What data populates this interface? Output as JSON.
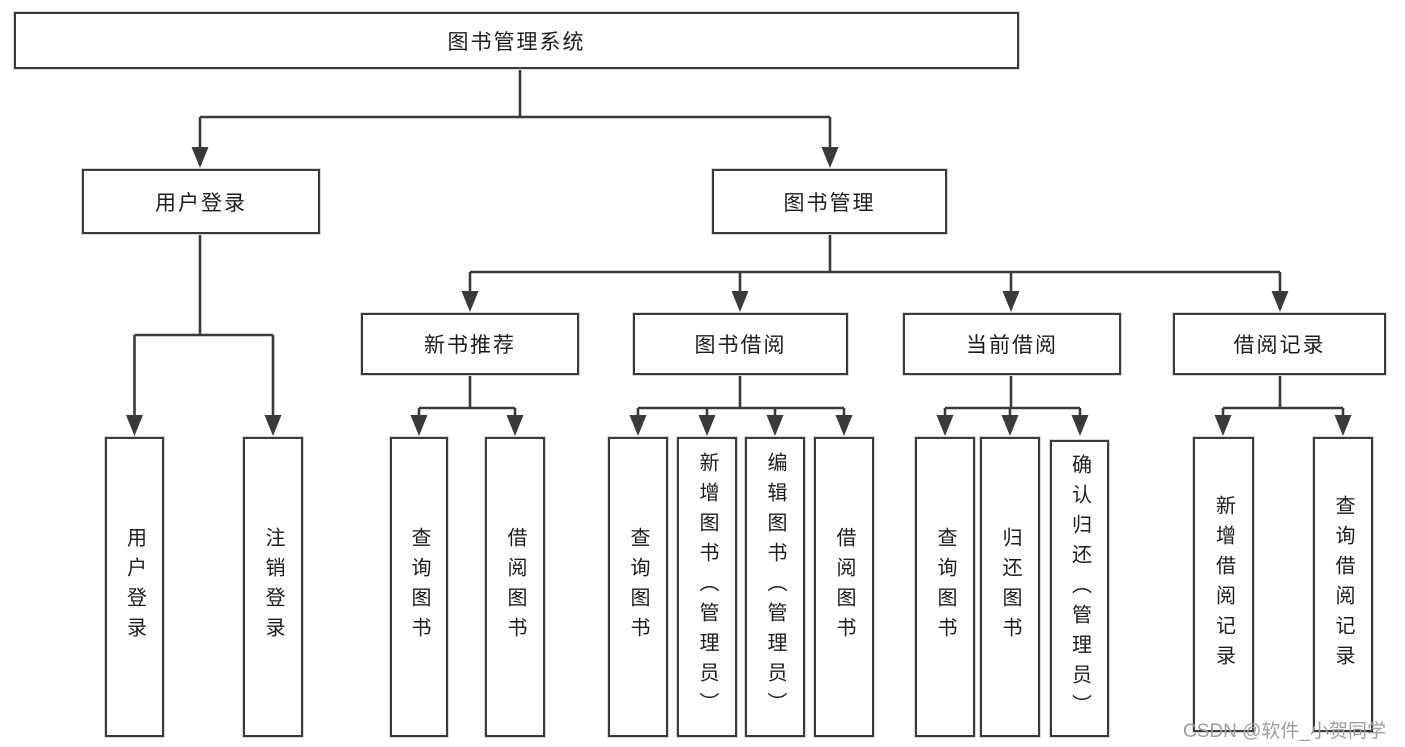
{
  "diagram": {
    "type": "hierarchy-tree",
    "root": {
      "label": "图书管理系统",
      "children": [
        {
          "label": "用户登录",
          "children": [
            {
              "label": "用户登录"
            },
            {
              "label": "注销登录"
            }
          ]
        },
        {
          "label": "图书管理",
          "children": [
            {
              "label": "新书推荐",
              "children": [
                {
                  "label": "查询图书"
                },
                {
                  "label": "借阅图书"
                }
              ]
            },
            {
              "label": "图书借阅",
              "children": [
                {
                  "label": "查询图书"
                },
                {
                  "label": "新增图书（管理员）"
                },
                {
                  "label": "编辑图书（管理员）"
                },
                {
                  "label": "借阅图书"
                }
              ]
            },
            {
              "label": "当前借阅",
              "children": [
                {
                  "label": "查询图书"
                },
                {
                  "label": "归还图书"
                },
                {
                  "label": "确认归还（管理员）"
                }
              ]
            },
            {
              "label": "借阅记录",
              "children": [
                {
                  "label": "新增借阅记录"
                },
                {
                  "label": "查询借阅记录"
                }
              ]
            }
          ]
        }
      ]
    }
  },
  "watermark": {
    "text": "CSDN @软件_小贺同学"
  },
  "colors": {
    "line": "#3a3a3a",
    "node_border": "#3a3a3a",
    "node_background": "#ffffff",
    "text": "#1c1c1c",
    "watermark": "#9e9e9e",
    "background": "#ffffff"
  }
}
